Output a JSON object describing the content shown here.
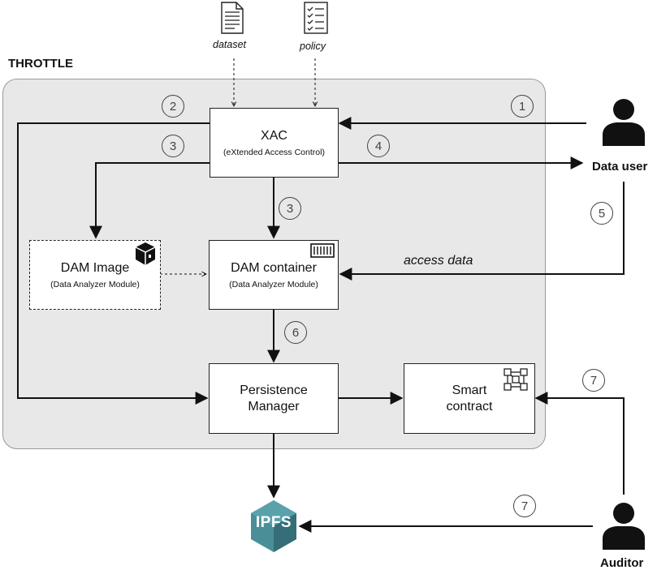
{
  "diagram": {
    "title": "THROTTLE",
    "inputs": {
      "dataset": "dataset",
      "policy": "policy"
    },
    "nodes": {
      "xac": {
        "label": "XAC",
        "sublabel": "(eXtended Access Control)"
      },
      "dam_image": {
        "label": "DAM Image",
        "sublabel": "(Data Analyzer Module)"
      },
      "dam_container": {
        "label": "DAM container",
        "sublabel": "(Data Analyzer Module)"
      },
      "persistence": {
        "label_line1": "Persistence",
        "label_line2": "Manager"
      },
      "smart_contract": {
        "label_line1": "Smart",
        "label_line2": "contract"
      },
      "ipfs": {
        "label": "IPFS"
      }
    },
    "actors": {
      "data_user": "Data user",
      "auditor": "Auditor"
    },
    "edge_labels": {
      "access_data": "access data"
    },
    "steps": [
      "1",
      "2",
      "3",
      "3",
      "4",
      "5",
      "6",
      "7",
      "7"
    ]
  },
  "colors": {
    "container_fill": "#e8e8e8",
    "ipfs_fill": "#4a8f98",
    "ipfs_dark": "#356e76"
  },
  "icons": {
    "dataset": "document-icon",
    "policy": "checklist-icon",
    "dam_image": "package-box-icon",
    "dam_container": "shipping-container-icon",
    "smart_contract": "blockchain-icon",
    "data_user": "user-icon",
    "auditor": "user-icon"
  }
}
